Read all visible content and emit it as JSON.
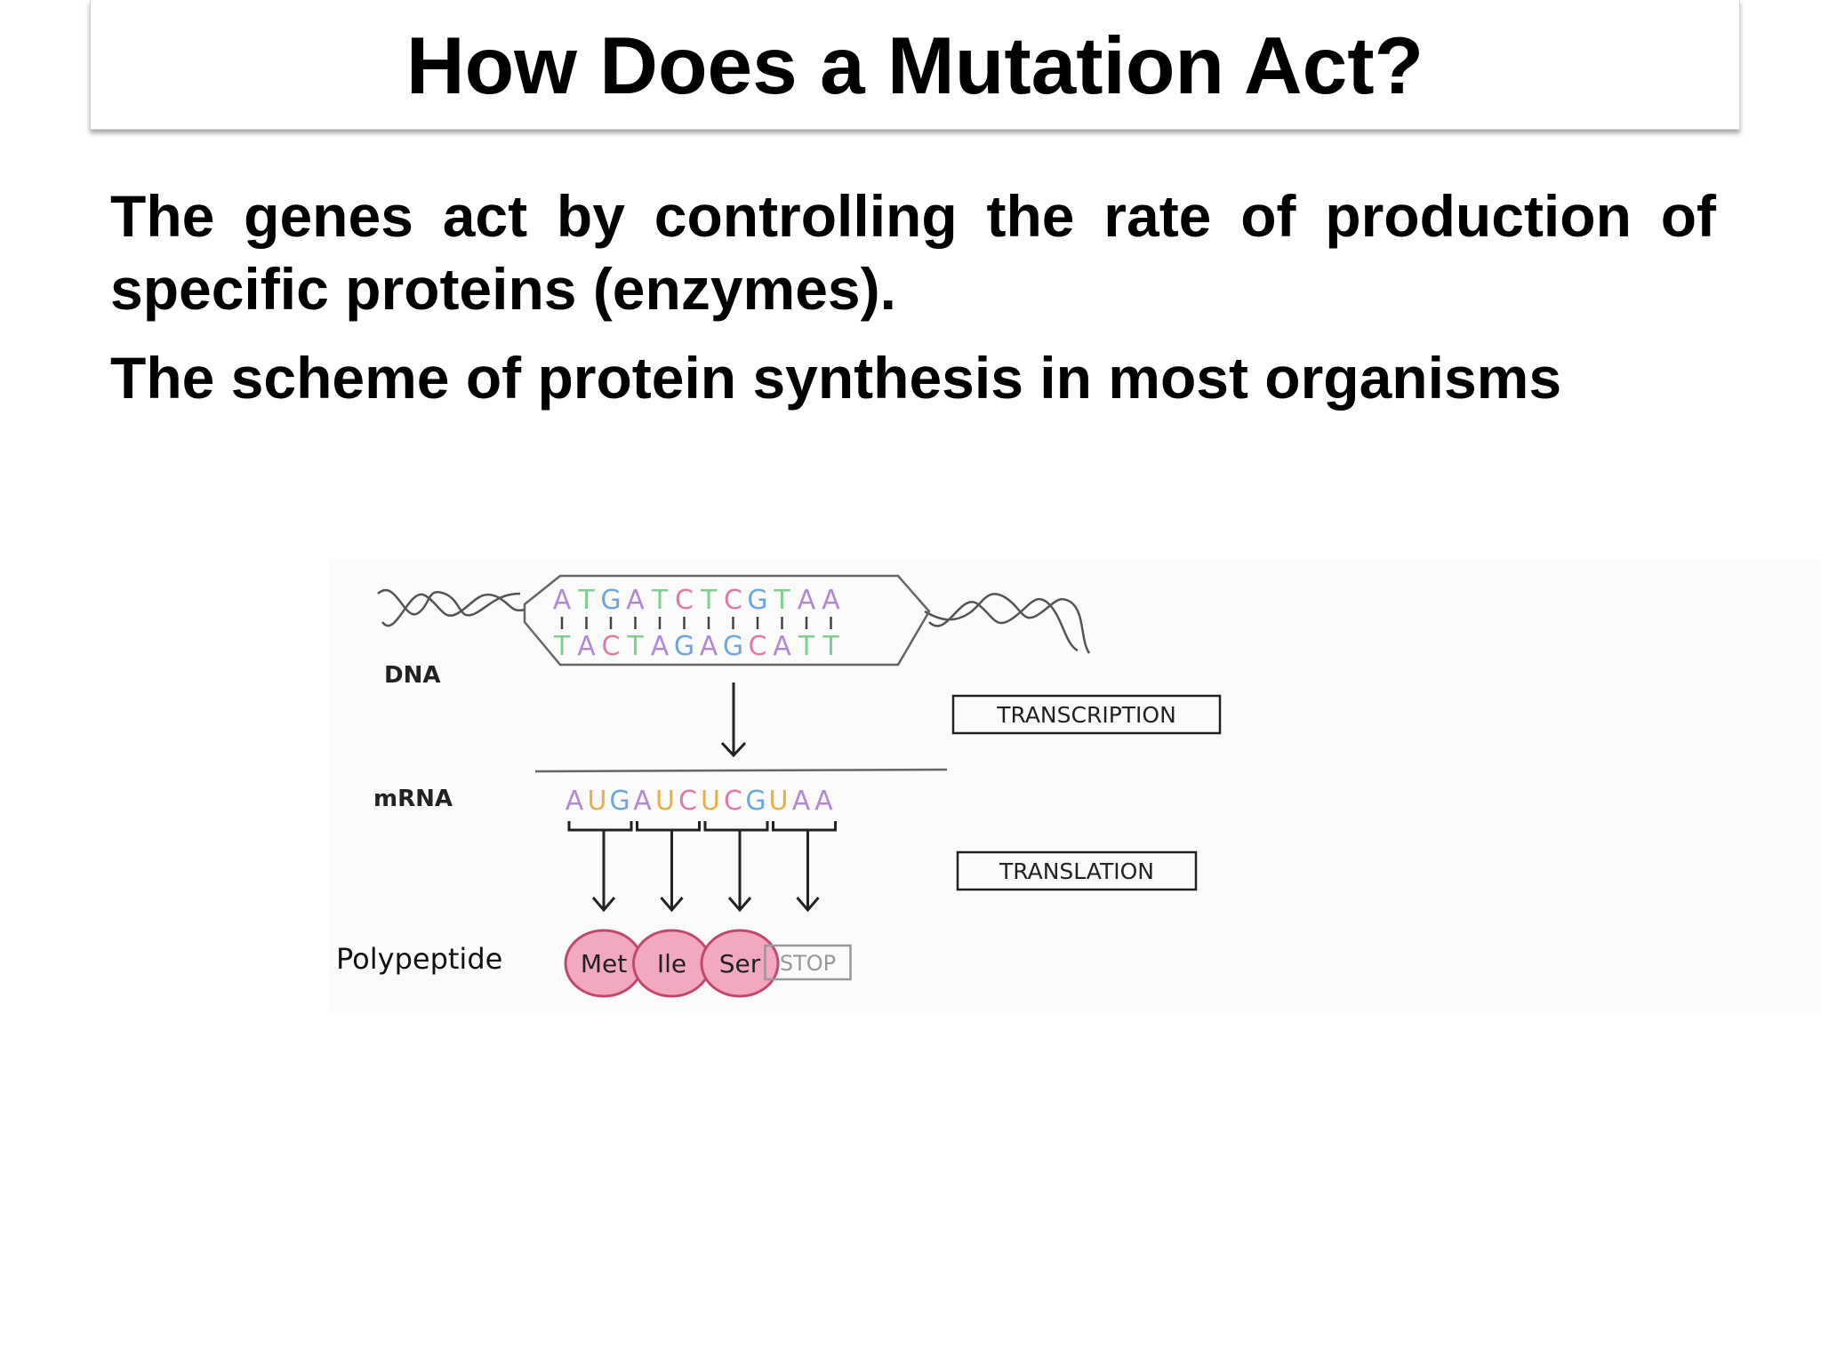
{
  "slide": {
    "title": "How Does a Mutation Act?",
    "paragraph1": "The genes act by controlling the rate of production of specific proteins (enzymes).",
    "paragraph2": "The scheme of protein synthesis in most organisms"
  },
  "diagram": {
    "dna_label": "DNA",
    "dna_top_strand": [
      "A",
      "T",
      "G",
      "A",
      "T",
      "C",
      "T",
      "C",
      "G",
      "T",
      "A",
      "A"
    ],
    "dna_bottom_strand": [
      "T",
      "A",
      "C",
      "T",
      "A",
      "G",
      "A",
      "G",
      "C",
      "A",
      "T",
      "T"
    ],
    "transcription_label": "TRANSCRIPTION",
    "mrna_label": "mRNA",
    "mrna_bases": [
      "A",
      "U",
      "G",
      "A",
      "U",
      "C",
      "U",
      "C",
      "G",
      "U",
      "A",
      "A"
    ],
    "translation_label": "TRANSLATION",
    "polypeptide_label": "Polypeptide",
    "amino_acids": [
      "Met",
      "Ile",
      "Ser"
    ],
    "stop_label": "STOP",
    "colors": {
      "A": "#b48ad6",
      "T": "#7fcf8f",
      "G": "#6fa8e0",
      "C": "#e07aa9",
      "U": "#e8b04a",
      "amino_fill": "#f2a9bf",
      "amino_stroke": "#c2486e"
    }
  }
}
